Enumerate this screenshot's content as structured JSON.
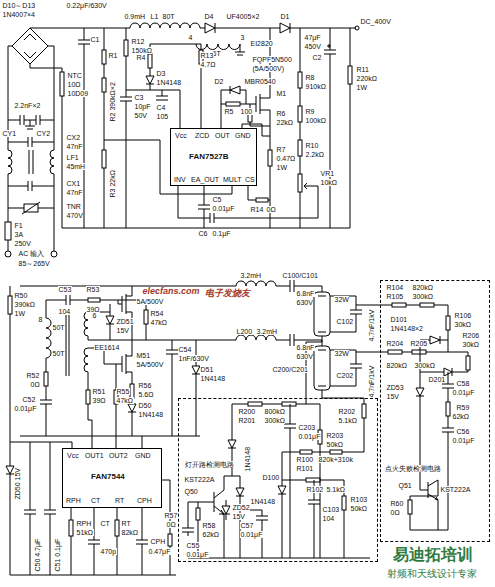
{
  "diagram": {
    "nodes": [
      {
        "text": [
          "FAN7527B",
          "Vcc",
          "ZCD",
          "OUT",
          "GND",
          "INV",
          "EA_OUT",
          "MULT",
          "CS"
        ]
      },
      {
        "text": [
          "FAN7544",
          "Vcc",
          "OUT1",
          "OUT2",
          "GND",
          "RPH",
          "CT",
          "RT",
          "CPH"
        ]
      },
      {
        "text": [
          "灯开路检测电路"
        ]
      },
      {
        "text": [
          "点火失败检测电路"
        ]
      }
    ],
    "labels": [
      "0.22μF/630V",
      "D10～D13",
      "1N4007×4",
      "C1",
      "0.9mH",
      "L1",
      "80T",
      "D4",
      "UF4005×2",
      "D1",
      "DC_400V",
      "4",
      "3",
      "6T",
      "EI2820",
      "R12",
      "150kΩ",
      "R1",
      "R2 390kΩ×2",
      "R4",
      "R13",
      "4.7Ω",
      "D3",
      "1N4148",
      "D2",
      "MBR0540",
      "FQPF5N500",
      "(5A/500V)",
      "M1",
      "47μF",
      "450V",
      "C2",
      "R11",
      "220kΩ",
      "1W",
      "R8",
      "910kΩ",
      "C3",
      "10pF",
      "50V",
      "C4",
      "105",
      "R5",
      "100",
      "R6",
      "22kΩ",
      "R9",
      "100kΩ",
      "R10",
      "2.2kΩ",
      "R7",
      "0.47Ω",
      "1W",
      "VR1",
      "10kΩ",
      "C5",
      "0.01μF",
      "R3 22kΩ",
      "C6",
      "0.1μF",
      "R14",
      "0Ω",
      "NTC",
      "10Ω",
      "10D09",
      "2.2nF×2",
      "CY1",
      "CY2",
      "CX2",
      "47nF",
      "LF1",
      "45mH",
      "CX1",
      "47nF",
      "TNR",
      "470V",
      "F1",
      "3A",
      "250V",
      "AC 输入",
      "85～265V",
      "R50",
      "390kΩ",
      "1W",
      "C53",
      "104",
      "R53",
      "39Ω",
      "ZD51",
      "15V",
      "5A/500V",
      "R54",
      "47kΩ",
      "elecfans.com",
      "电子发烧友",
      "3.2mH",
      "C100/C101",
      "6.8nF",
      "630V",
      "32W",
      "C102",
      "4.7nF/1kV",
      "L200",
      "3.2mH",
      "6.8nF",
      "630V",
      "C200/C201",
      "32W",
      "C202",
      "4.7nF/1kV",
      "8",
      "50T",
      "6",
      "50T",
      "EE1614",
      "R52",
      "0Ω",
      "C52",
      "0.01μF",
      "M51",
      "5A/500V",
      "C54",
      "1nF/630V",
      "D51",
      "1N4148",
      "R56",
      "5.6Ω",
      "D50",
      "1N4148",
      "R51",
      "39Ω",
      "R55",
      "47kΩ",
      "R200",
      "R201",
      "800kΩ",
      "300kΩ",
      "C203",
      "0.01μF",
      "1N4148",
      "R203",
      "50kΩ",
      "R202",
      "5.1kΩ",
      "R100",
      "R101",
      "820k+310k",
      "D100",
      "R102",
      "5.1kΩ",
      "1N4148",
      "R103",
      "50kΩ",
      "C103",
      "104",
      "KST222A",
      "Q50",
      "ZD52",
      "15V",
      "R58",
      "62kΩ",
      "C57",
      "0.01μF",
      "C55",
      "0.01μF",
      "R57",
      "0Ω",
      "ZD50 15V",
      "C50 4.7μF",
      "C51 0.1μF",
      "RPH",
      "51kΩ",
      "CT",
      "470p",
      "RT",
      "82kΩ",
      "CPH",
      "0.47μF",
      "R104",
      "R105",
      "820kΩ",
      "300kΩ",
      "R106",
      "30kΩ",
      "D101",
      "1N4148×2",
      "R204",
      "R205",
      "820kΩ",
      "300kΩ",
      "R206",
      "30kΩ",
      "D201",
      "ZD53",
      "15V",
      "C58",
      "0.01μF",
      "R59",
      "62kΩ",
      "C56",
      "0.01μF",
      "Q51",
      "KST222A",
      "R60",
      "0Ω",
      "易迪拓培训",
      "射频和天线设计专家"
    ]
  }
}
